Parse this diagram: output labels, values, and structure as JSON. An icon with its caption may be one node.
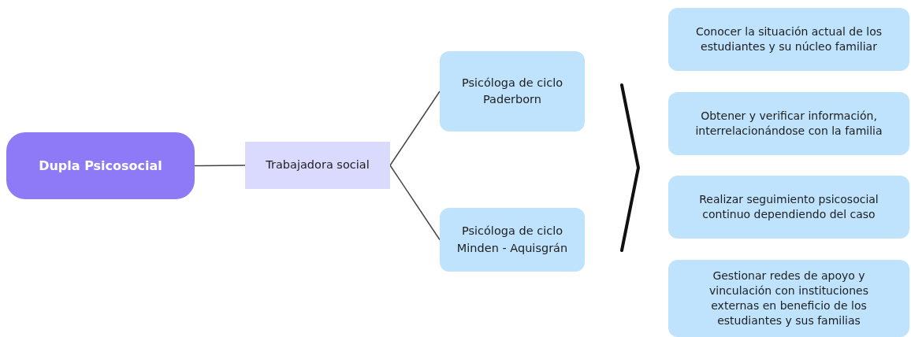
{
  "diagram": {
    "nodes": [
      {
        "text": [
          "Dupla Psicosocial"
        ]
      },
      {
        "text": [
          "Trabajadora social"
        ]
      },
      {
        "text": [
          "Psicóloga de ciclo Paderborn"
        ]
      },
      {
        "text": [
          "Psicóloga de ciclo Minden - Aquisgrán"
        ]
      },
      {
        "text": [
          "Conocer la situación actual de los estudiantes y su núcleo familiar"
        ]
      },
      {
        "text": [
          "Obtener y verificar información, interrelacionándose con la familia"
        ]
      },
      {
        "text": [
          "Realizar seguimiento psicosocial continuo dependiendo del caso"
        ]
      },
      {
        "text": [
          "Gestionar redes de apoyo y vinculación con instituciones externas en beneficio de los estudiantes y sus familias"
        ]
      }
    ],
    "edges": [
      {
        "from": 0,
        "to": 1,
        "arrow": "none"
      },
      {
        "from": 1,
        "to": 2,
        "arrow": "none"
      },
      {
        "from": 1,
        "to": 3,
        "arrow": "none"
      }
    ]
  }
}
